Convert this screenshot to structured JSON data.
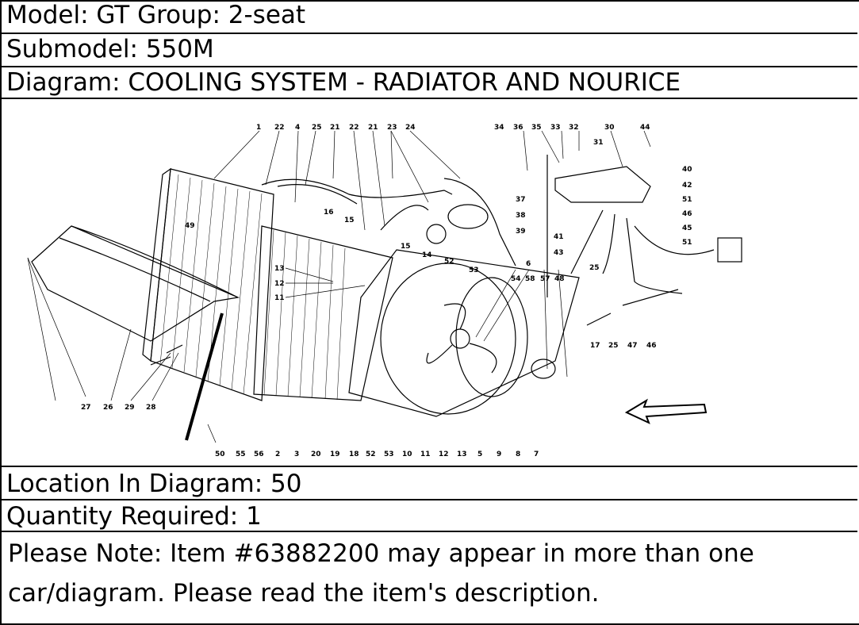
{
  "header": {
    "model": "Model: GT Group: 2-seat",
    "submodel": "Submodel: 550M",
    "diagram": "Diagram: COOLING SYSTEM - RADIATOR AND NOURICE"
  },
  "diagram": {
    "callouts_top": [
      "1",
      "22",
      "4",
      "25",
      "21",
      "22",
      "21",
      "23",
      "24",
      "34",
      "36",
      "35",
      "33",
      "32",
      "30",
      "44",
      "31",
      "40",
      "42",
      "51",
      "46",
      "45",
      "51",
      "37",
      "38",
      "39",
      "41",
      "43",
      "25",
      "16",
      "15",
      "49",
      "15",
      "14",
      "52",
      "53",
      "6",
      "54",
      "58",
      "57",
      "48",
      "13",
      "12",
      "11",
      "17",
      "25",
      "47",
      "46"
    ],
    "callouts_bottom": [
      "27",
      "26",
      "29",
      "28",
      "50",
      "55",
      "56",
      "2",
      "3",
      "20",
      "19",
      "18",
      "52",
      "53",
      "10",
      "11",
      "12",
      "13",
      "5",
      "9",
      "8",
      "7"
    ]
  },
  "footer": {
    "location": "Location In Diagram: 50",
    "quantity": "Quantity Required: 1",
    "note_line1": "Please Note: Item #63882200 may appear in more than one",
    "note_line2": "car/diagram. Please read the item's description."
  }
}
